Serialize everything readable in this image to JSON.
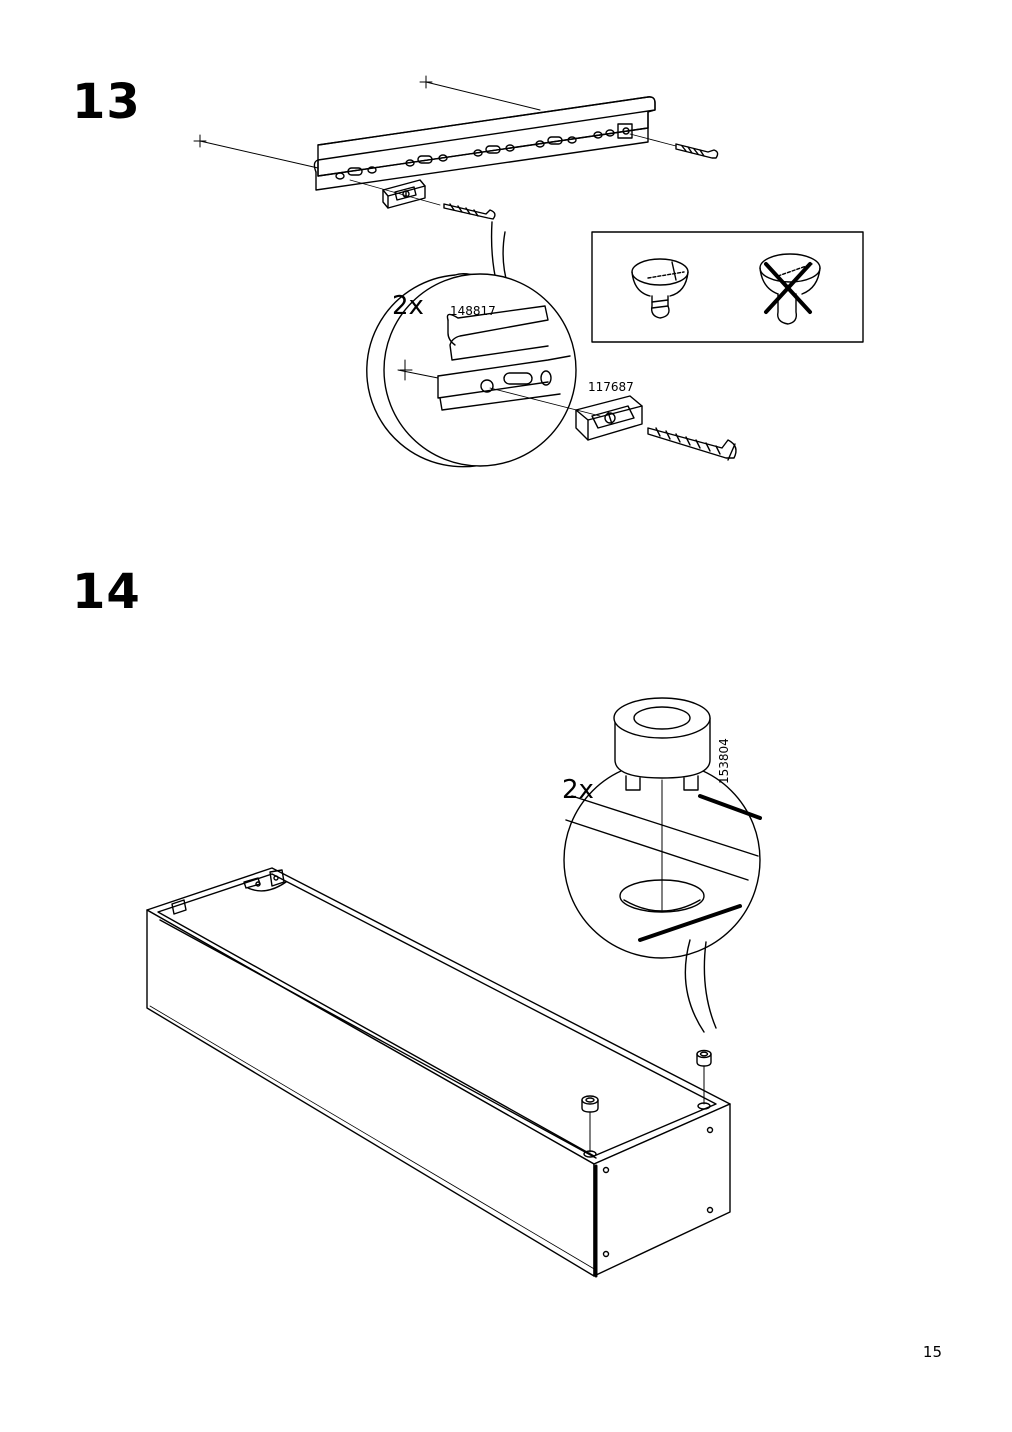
{
  "steps": [
    {
      "number": "13",
      "callout": {
        "quantity": "2x",
        "rail_part": "148817",
        "spacer_part": "117687"
      },
      "screw_hint": {
        "correct": "screw-seated-flush",
        "wrong": "screw-not-flush-crossed"
      }
    },
    {
      "number": "14",
      "callout": {
        "quantity": "2x",
        "foot_part": "153804"
      }
    }
  ],
  "page_number": "15"
}
